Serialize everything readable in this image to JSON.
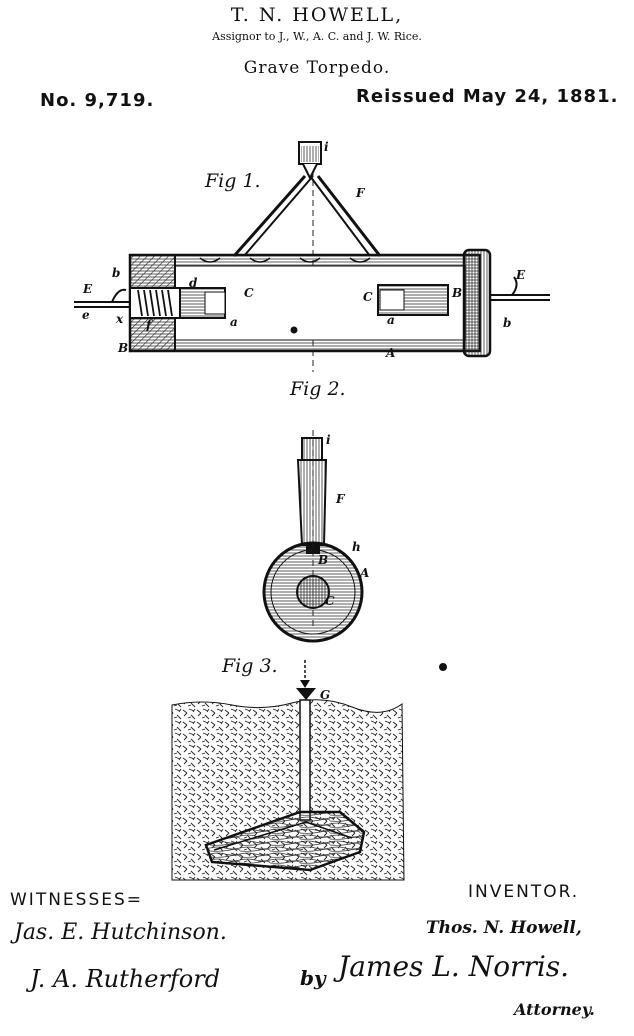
{
  "header": {
    "inventor_name": "T. N. HOWELL,",
    "assignor_line": "Assignor to J., W., A. C. and J. W. Rice.",
    "title": "Grave Torpedo.",
    "number": "No. 9,719.",
    "reissue": "Reissued May 24, 1881."
  },
  "figures": {
    "fig1_label": "Fig 1.",
    "fig2_label": "Fig 2.",
    "fig3_label": "Fig 3."
  },
  "letters": {
    "i": "i",
    "F": "F",
    "b": "b",
    "E": "E",
    "e": "e",
    "x": "x",
    "f": "f",
    "d": "d",
    "a": "a",
    "C": "C",
    "B": "B",
    "A": "A",
    "h": "h",
    "G": "G"
  },
  "footer": {
    "witnesses_label": "WITNESSES=",
    "witness1": "Jas. E. Hutchinson.",
    "witness2": "J. A. Rutherford",
    "inventor_label": "INVENTOR.",
    "inventor_sig": "Thos. N. Howell,",
    "by": "by",
    "attorney_sig": "James L. Norris.",
    "attorney_label": "Attorney."
  }
}
